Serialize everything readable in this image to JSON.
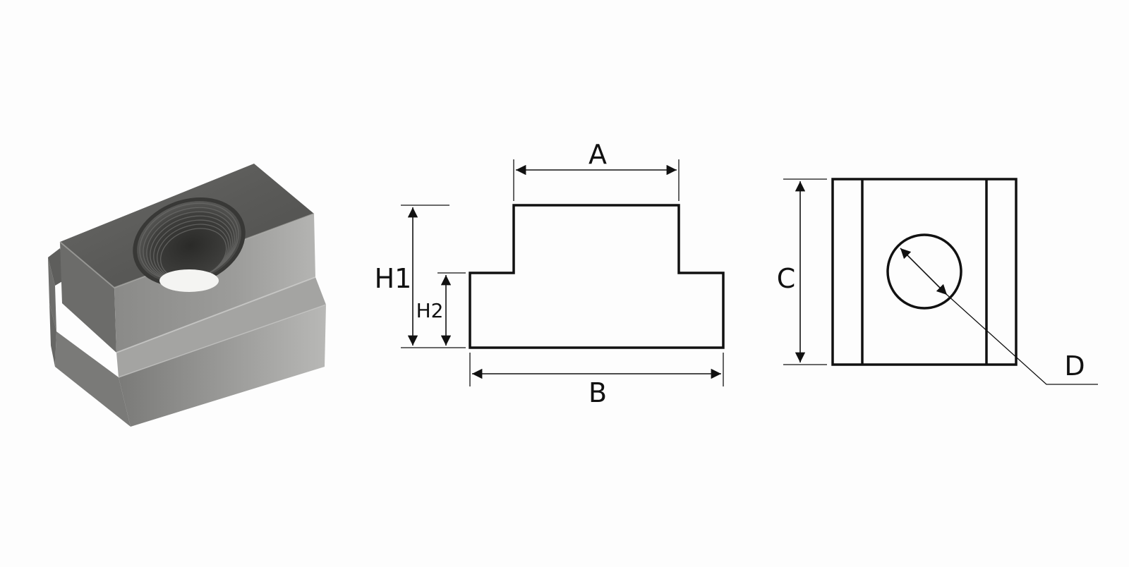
{
  "diagram": {
    "product": "t-slot-nut",
    "front_view": {
      "labels": {
        "A": "A",
        "B": "B",
        "H1": "H1",
        "H2": "H2"
      }
    },
    "top_view": {
      "labels": {
        "C": "C",
        "D": "D"
      }
    }
  },
  "colors": {
    "background": "#fdfdfd",
    "line": "#111111",
    "metal_light": "#a8a8a6",
    "metal_mid": "#7c7c7a",
    "metal_dark": "#4a4a48"
  }
}
